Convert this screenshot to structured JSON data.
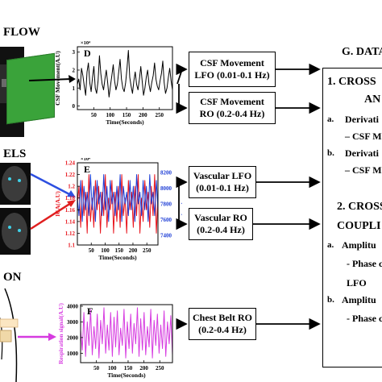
{
  "sections": {
    "flow": "FLOW",
    "vessels": "ELS",
    "respiration": "ON"
  },
  "boxes": {
    "csf_lfo": [
      "CSF Movement",
      "LFO (0.01-0.1 Hz)"
    ],
    "csf_ro": [
      "CSF Movement",
      "RO (0.2-0.4 Hz)"
    ],
    "vasc_lfo": [
      "Vascular LFO",
      "(0.01-0.1 Hz)"
    ],
    "vasc_ro": [
      "Vascular RO",
      "(0.2-0.4 Hz)"
    ],
    "belt_ro": [
      "Chest Belt RO",
      "(0.2-0.4 Hz)"
    ]
  },
  "analysis": {
    "title": "G. DATA",
    "cross1": "1. CROSS",
    "an": "AN",
    "a1": "a.",
    "deriv_a": "Derivati",
    "csf_m_a": "– CSF M",
    "b1": "b.",
    "deriv_b": "Derivati",
    "csf_m_b": "– CSF M",
    "cross2": "2. CROSS",
    "coupli": "COUPLI",
    "a2": "a.",
    "amp_a": "Amplitu",
    "phase_a": "- Phase c",
    "lfo": "LFO",
    "b2": "b.",
    "amp_b": "Amplitu",
    "phase_b": "- Phase c"
  },
  "chart_data": [
    {
      "type": "line",
      "panel_label": "D",
      "xlabel": "Time(Seconds)",
      "ylabel": "CSF Movement(A.U)",
      "exponent": "×10⁴",
      "xticks": [
        50,
        100,
        150,
        200,
        250
      ],
      "yticks": [
        0,
        1,
        2,
        3
      ],
      "xlim": [
        0,
        290
      ],
      "ylim": [
        -0.2,
        3.3
      ],
      "series": [
        {
          "color": "#000000",
          "values": [
            1.2,
            1.5,
            0.9,
            2.1,
            1.7,
            1.1,
            0.6,
            1.9,
            2.4,
            1.3,
            0.8,
            1.6,
            2.2,
            1.0,
            0.7,
            1.4,
            2.8,
            1.8,
            1.2,
            0.9,
            1.5,
            2.0,
            1.3,
            0.5,
            1.1,
            1.7,
            2.3,
            1.4,
            0.9,
            1.2,
            1.9,
            2.6,
            1.5,
            1.0,
            0.8,
            1.3,
            2.1,
            3.1,
            1.6,
            1.1,
            0.7,
            1.4,
            1.9,
            1.2,
            0.9,
            1.5,
            2.2,
            1.4,
            0.6,
            1.0,
            1.6,
            2.0,
            1.2,
            0.8,
            1.3,
            1.7,
            2.4,
            1.5,
            1.1,
            0.9,
            1.4,
            1.8,
            2.5,
            1.3,
            0.7,
            1.0,
            1.6,
            2.1,
            1.4,
            0.9
          ]
        }
      ]
    },
    {
      "type": "line",
      "panel_label": "E",
      "xlabel": "Time(Seconds)",
      "ylabel": "ICA(A.U)",
      "ylabel_right": "LIV(A.U)",
      "exponent": "×10⁴",
      "xticks": [
        50,
        100,
        150,
        200,
        250
      ],
      "yticks": [
        1.1,
        1.12,
        1.14,
        1.16,
        1.18,
        1.2,
        1.22,
        1.24
      ],
      "yticks_right": [
        7400,
        7600,
        7800,
        8000,
        8200
      ],
      "xlim": [
        0,
        290
      ],
      "ylim": [
        1.1,
        1.24
      ],
      "series": [
        {
          "color": "#e8141c",
          "values": [
            1.17,
            1.2,
            1.13,
            1.21,
            1.15,
            1.19,
            1.12,
            1.22,
            1.14,
            1.18,
            1.13,
            1.21,
            1.16,
            1.2,
            1.12,
            1.19,
            1.15,
            1.22,
            1.13,
            1.18,
            1.16,
            1.21,
            1.12,
            1.19,
            1.14,
            1.2,
            1.13,
            1.22,
            1.15,
            1.18,
            1.12,
            1.21,
            1.16,
            1.19,
            1.13,
            1.2,
            1.15,
            1.22,
            1.12,
            1.18,
            1.14,
            1.21,
            1.16,
            1.19,
            1.13,
            1.2,
            1.15,
            1.22,
            1.12,
            1.18
          ]
        },
        {
          "color": "#1f3fd6",
          "values": [
            1.18,
            1.15,
            1.21,
            1.14,
            1.2,
            1.16,
            1.19,
            1.15,
            1.22,
            1.16,
            1.2,
            1.14,
            1.21,
            1.17,
            1.19,
            1.15,
            1.22,
            1.16,
            1.2,
            1.14,
            1.21,
            1.17,
            1.19,
            1.15,
            1.2,
            1.16,
            1.22,
            1.14,
            1.2,
            1.17,
            1.19,
            1.15,
            1.21,
            1.16,
            1.2,
            1.14,
            1.22,
            1.17,
            1.19,
            1.15,
            1.21,
            1.16,
            1.2,
            1.14,
            1.22,
            1.17,
            1.19,
            1.15,
            1.21,
            1.16
          ]
        }
      ]
    },
    {
      "type": "line",
      "panel_label": "F",
      "xlabel": "Time(Seconds)",
      "ylabel": "Respiration signal(A.U)",
      "xticks": [
        50,
        100,
        150,
        200,
        250
      ],
      "yticks": [
        1000,
        2000,
        3000,
        4000
      ],
      "xlim": [
        0,
        290
      ],
      "ylim": [
        400,
        4100
      ],
      "series": [
        {
          "color": "#d63be0",
          "values": [
            2500,
            1200,
            3600,
            800,
            3000,
            1500,
            3800,
            900,
            2700,
            1300,
            3500,
            700,
            3100,
            1600,
            3900,
            1000,
            2800,
            1200,
            3600,
            800,
            3300,
            1400,
            3700,
            900,
            2600,
            1500,
            3800,
            700,
            3000,
            1300,
            3500,
            1000,
            2900,
            1600,
            3900,
            800,
            3200,
            1200,
            3600,
            900,
            2700,
            1400,
            3800,
            700,
            3100,
            1500,
            3500,
            1000,
            2800,
            1300,
            3700,
            800,
            3000,
            1600,
            3400,
            900
          ]
        }
      ]
    }
  ]
}
